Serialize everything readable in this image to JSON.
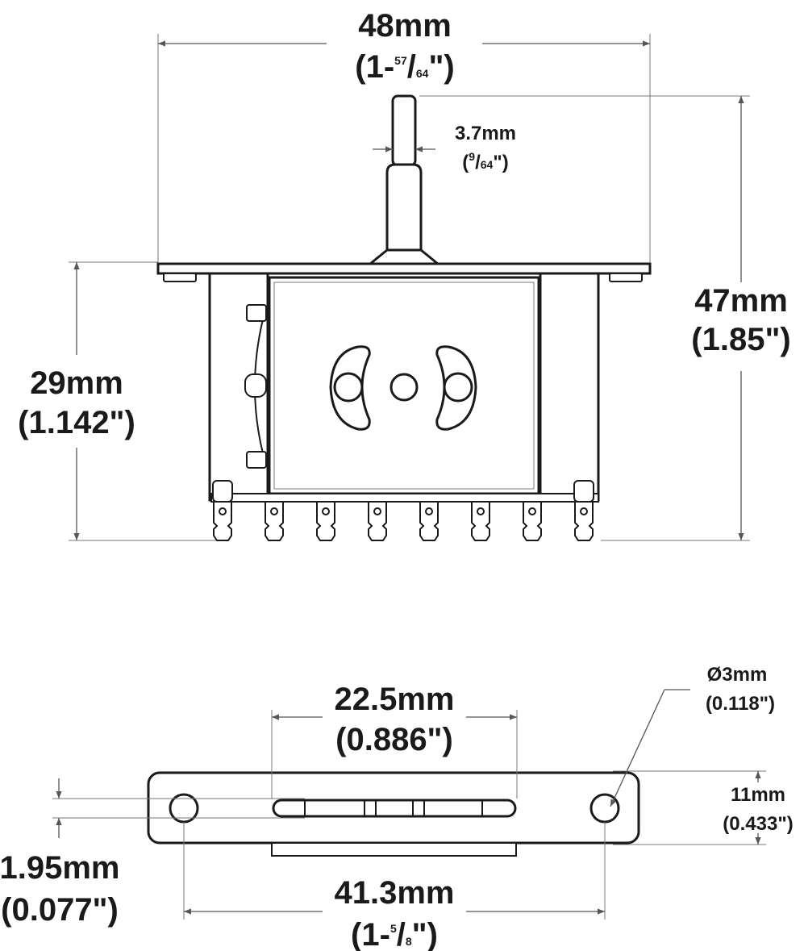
{
  "colors": {
    "line": "#1a1a1a",
    "dim_line": "#555555",
    "background": "#ffffff"
  },
  "top_view": {
    "width_dim": {
      "mm": "48mm",
      "inch_open": "(1-",
      "inch_num": "57",
      "inch_slash": "/",
      "inch_den": "64",
      "inch_close": "\")"
    },
    "lever_dim": {
      "mm": "3.7mm",
      "inch_open": "(",
      "inch_num": "9",
      "inch_slash": "/",
      "inch_den": "64",
      "inch_close": "\")"
    },
    "total_height_dim": {
      "mm": "47mm",
      "inch": "(1.85\")"
    },
    "body_height_dim": {
      "mm": "29mm",
      "inch": "(1.142\")"
    },
    "terminal_count": 8
  },
  "bottom_view": {
    "slot_dim": {
      "mm": "22.5mm",
      "inch": "(0.886\")"
    },
    "hole_dim": {
      "mm": "Ø3mm",
      "inch": "(0.118\")"
    },
    "plate_height_dim": {
      "mm": "11mm",
      "inch": "(0.433\")"
    },
    "slot_width_dim": {
      "mm": "1.95mm",
      "inch": "(0.077\")"
    },
    "hole_spacing_dim": {
      "mm": "41.3mm",
      "inch_open": "(1-",
      "inch_num": "5",
      "inch_slash": "/",
      "inch_den": "8",
      "inch_close": "\")"
    }
  }
}
